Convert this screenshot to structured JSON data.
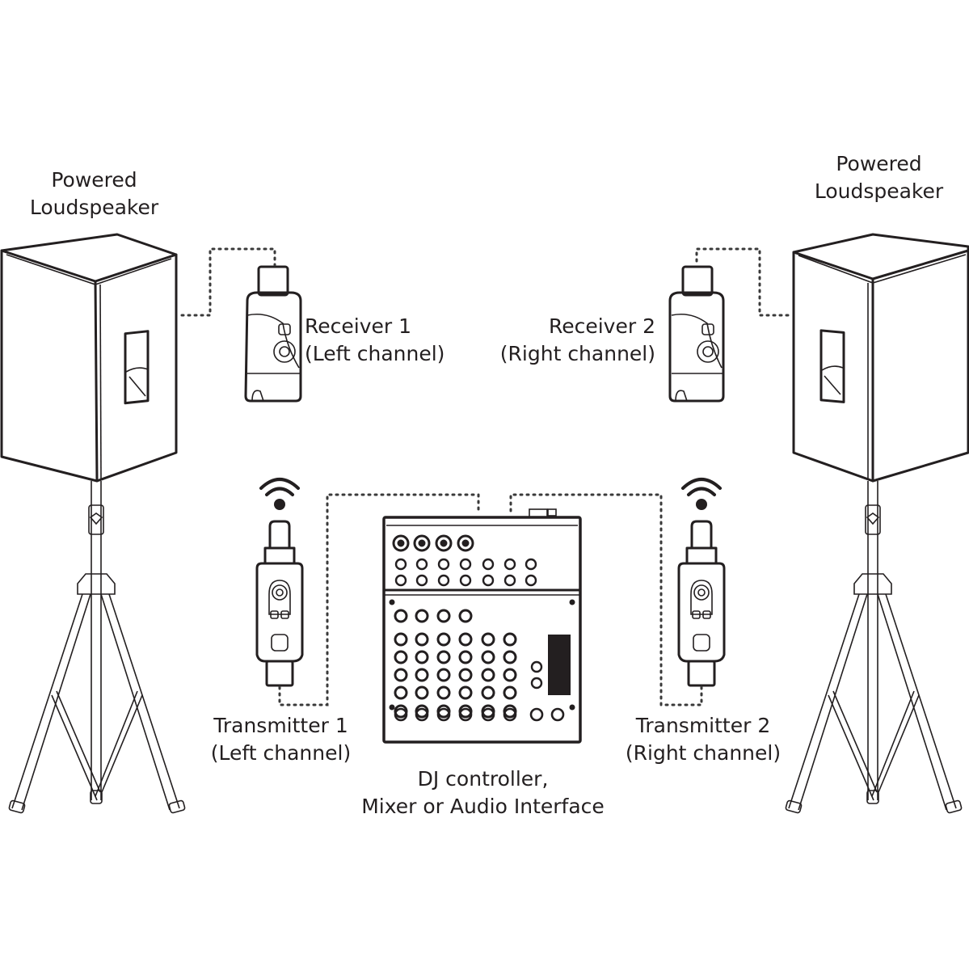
{
  "labels": {
    "left_speaker": [
      "Powered",
      "Loudspeaker"
    ],
    "right_speaker": [
      "Powered",
      "Loudspeaker"
    ],
    "receiver1": [
      "Receiver 1",
      "(Left channel)"
    ],
    "receiver2": [
      "Receiver 2",
      "(Right channel)"
    ],
    "transmitter1": [
      "Transmitter 1",
      "(Left channel)"
    ],
    "transmitter2": [
      "Transmitter 2",
      "(Right channel)"
    ],
    "mixer": [
      "DJ controller,",
      "Mixer or Audio Interface"
    ]
  },
  "icons": {
    "wireless_signal": "wifi-signal-icon",
    "speaker": "loudspeaker-icon",
    "tripod": "tripod-stand-icon",
    "receiver": "xlr-receiver-icon",
    "transmitter": "xlr-transmitter-icon",
    "mixer": "mixer-console-icon"
  },
  "colors": {
    "line": "#231f20",
    "background": "#ffffff"
  }
}
